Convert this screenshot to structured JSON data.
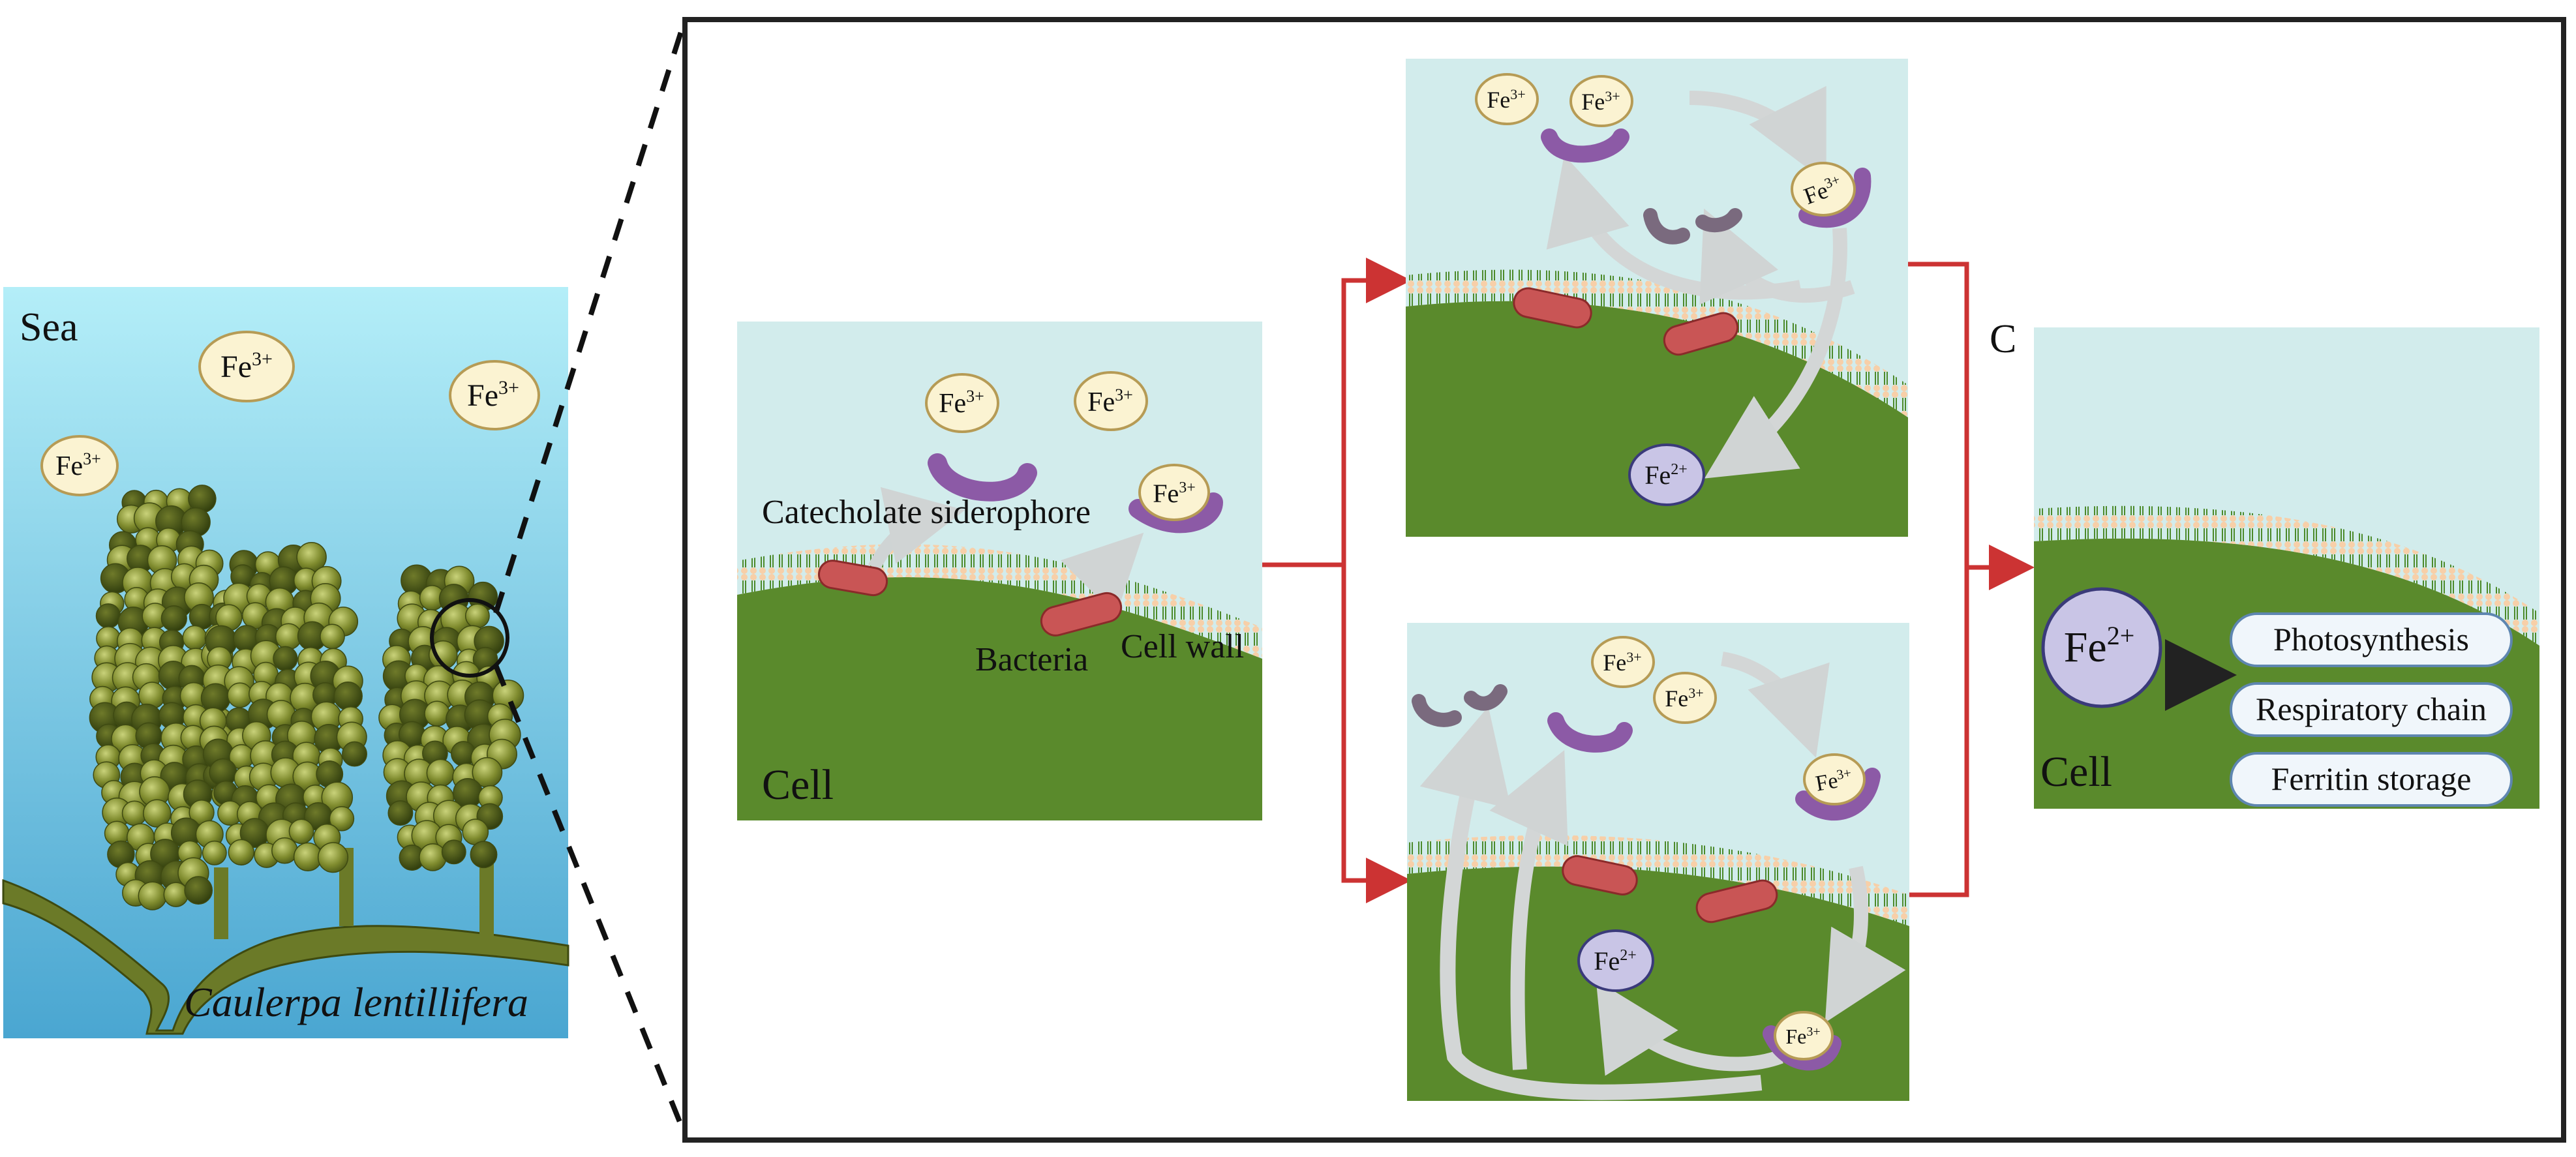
{
  "left_panel": {
    "sea_label": "Sea",
    "species_label": "Caulerpa lentillifera",
    "ions": [
      "Fe3+",
      "Fe3+",
      "Fe3+"
    ]
  },
  "panel_a": {
    "siderophore_label": "Catecholate siderophore",
    "bacteria_label": "Bacteria",
    "cell_wall_label": "Cell wall",
    "cell_label": "Cell",
    "ions": [
      "Fe3+",
      "Fe3+",
      "Fe3+"
    ]
  },
  "panel_b_top": {
    "ions_fe3": [
      "Fe3+",
      "Fe3+",
      "Fe3+"
    ],
    "ion_fe2": "Fe2+"
  },
  "panel_b_bottom": {
    "ions_fe3": [
      "Fe3+",
      "Fe3+",
      "Fe3+",
      "Fe3+"
    ],
    "ion_fe2": "Fe2+"
  },
  "panel_c": {
    "letter": "C",
    "cell_label": "Cell",
    "ion_fe2": "Fe2+",
    "uses": [
      "Photosynthesis",
      "Respiratory chain",
      "Ferritin storage"
    ]
  },
  "colors": {
    "sea_top": "#aeeaf6",
    "sea_bottom": "#4aa9d4",
    "panel_bg": "#d2ecec",
    "cell_green": "#5a8a2c",
    "membrane": "#f6c9a0",
    "siderophore": "#8c5aa6",
    "bacteria": "#c95555",
    "fe3_fill": "#fbf3d2",
    "fe2_fill": "#c9c5e6",
    "connector_red": "#cc3333"
  }
}
